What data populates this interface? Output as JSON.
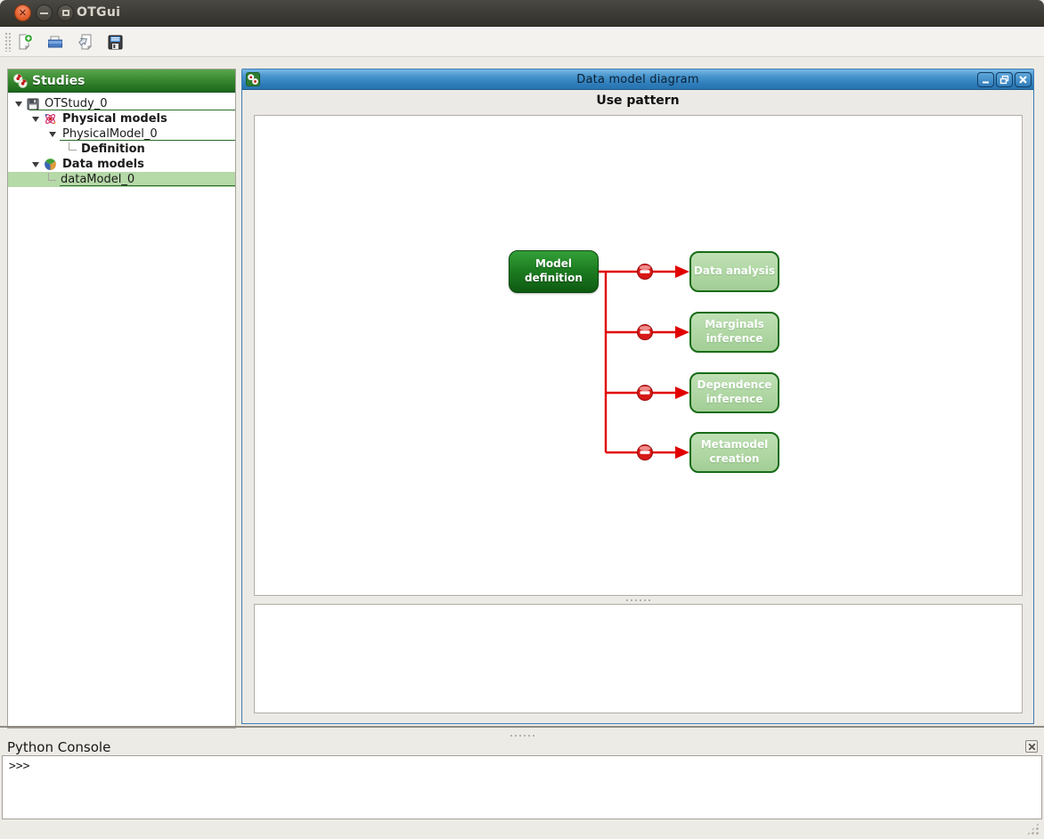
{
  "window": {
    "title": "OTGui",
    "controls": {
      "close": "close-button",
      "minimize": "minimize-button",
      "maximize": "maximize-button"
    }
  },
  "toolbar": {
    "icons": [
      "new-study-icon",
      "open-study-icon",
      "import-script-icon",
      "save-study-icon"
    ]
  },
  "studies_panel": {
    "title": "Studies",
    "tree": [
      {
        "label": "OTStudy_0",
        "level": 0,
        "icon": "floppy-icon",
        "expanded": true,
        "underlined": true,
        "bold": false,
        "selected": false
      },
      {
        "label": "Physical models",
        "level": 1,
        "icon": "atom-icon",
        "expanded": true,
        "underlined": false,
        "bold": true,
        "selected": false
      },
      {
        "label": "PhysicalModel_0",
        "level": 2,
        "icon": null,
        "expanded": true,
        "underlined": true,
        "bold": false,
        "selected": false
      },
      {
        "label": "Definition",
        "level": 3,
        "icon": null,
        "expanded": null,
        "underlined": false,
        "bold": true,
        "selected": false
      },
      {
        "label": "Data models",
        "level": 1,
        "icon": "sphere-icon",
        "expanded": true,
        "underlined": false,
        "bold": true,
        "selected": false
      },
      {
        "label": "dataModel_0",
        "level": 2,
        "icon": null,
        "expanded": null,
        "underlined": true,
        "bold": false,
        "selected": true
      }
    ]
  },
  "mdi_window": {
    "title": "Data model diagram",
    "buttons": [
      "minimize",
      "restore",
      "close"
    ],
    "pattern_title": "Use pattern"
  },
  "diagram": {
    "source": {
      "label": "Model definition"
    },
    "targets": [
      {
        "label": "Data analysis"
      },
      {
        "label": "Marginals inference"
      },
      {
        "label": "Dependence inference"
      },
      {
        "label": "Metamodel creation"
      }
    ],
    "connector_icon": "no-entry-icon"
  },
  "python_console": {
    "title": "Python Console",
    "prompt": ">>>"
  },
  "colors": {
    "titlebar_bg": "#3c3a35",
    "close_button": "#e66434",
    "studies_header_green": "#3a8a31",
    "selection_green": "#b6d9a8",
    "mdi_titlebar_blue": "#2b79b7",
    "source_node_green": "#1d7d21",
    "target_node_green": "#a2ce95",
    "node_border_green": "#186c18",
    "connector_red": "#e10000",
    "underline_green": "#2a6b2a"
  }
}
